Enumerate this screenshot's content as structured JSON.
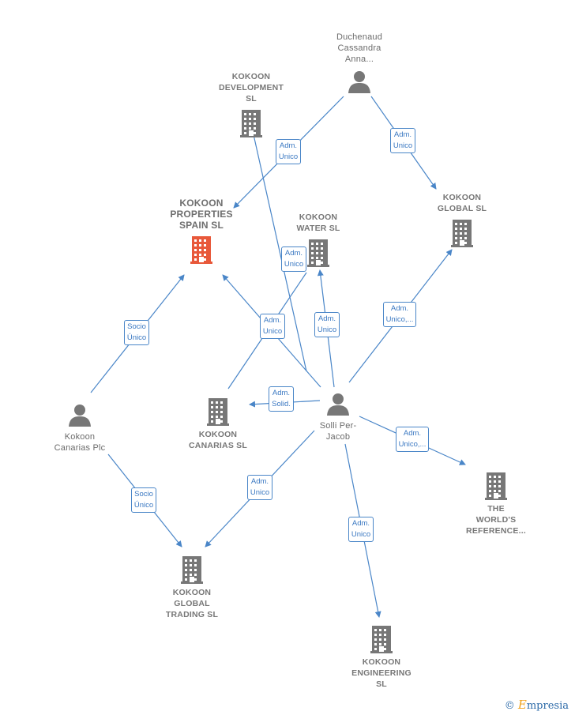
{
  "colors": {
    "edge": "#4a86c8",
    "focus_company": "#e8583a",
    "company": "#777777",
    "person": "#777777"
  },
  "nodes": [
    {
      "id": "duchenaud",
      "type": "person",
      "label": "Duchenaud\nCassandra\nAnna..."
    },
    {
      "id": "kdev",
      "type": "company",
      "label": "KOKOON\nDEVELOPMENT\nSL"
    },
    {
      "id": "kprop",
      "type": "company",
      "focus": true,
      "label": "KOKOON\nPROPERTIES\nSPAIN  SL"
    },
    {
      "id": "kwater",
      "type": "company",
      "label": "KOKOON\nWATER  SL"
    },
    {
      "id": "kglobal",
      "type": "company",
      "label": "KOKOON\nGLOBAL  SL"
    },
    {
      "id": "kcanplc",
      "type": "person",
      "label": "Kokoon\nCanarias Plc"
    },
    {
      "id": "kcan",
      "type": "company",
      "label": "KOKOON\nCANARIAS  SL"
    },
    {
      "id": "solli",
      "type": "person",
      "label": "Solli Per-\nJacob"
    },
    {
      "id": "world",
      "type": "company",
      "label": "THE\nWORLD'S\nREFERENCE..."
    },
    {
      "id": "kgt",
      "type": "company",
      "label": "KOKOON\nGLOBAL\nTRADING  SL"
    },
    {
      "id": "keng",
      "type": "company",
      "label": "KOKOON\nENGINEERING\nSL"
    }
  ],
  "edges": [
    {
      "id": "e1",
      "label": "Adm.\nUnico"
    },
    {
      "id": "e2",
      "label": "Adm.\nUnico"
    },
    {
      "id": "e3",
      "label": "Adm.\nUnico"
    },
    {
      "id": "e4",
      "label": "Socio\nÚnico"
    },
    {
      "id": "e5",
      "label": "Adm.\nUnico"
    },
    {
      "id": "e6",
      "label": "Adm.\nUnico"
    },
    {
      "id": "e7",
      "label": "Adm.\nUnico,..."
    },
    {
      "id": "e8",
      "label": "Adm.\nSolid."
    },
    {
      "id": "e9",
      "label": "Adm.\nUnico,..."
    },
    {
      "id": "e10",
      "label": "Adm.\nUnico"
    },
    {
      "id": "e11",
      "label": "Socio\nÚnico"
    },
    {
      "id": "e12",
      "label": "Adm.\nUnico"
    }
  ],
  "brand": {
    "symbol": "©",
    "initial": "E",
    "rest": "mpresia"
  }
}
